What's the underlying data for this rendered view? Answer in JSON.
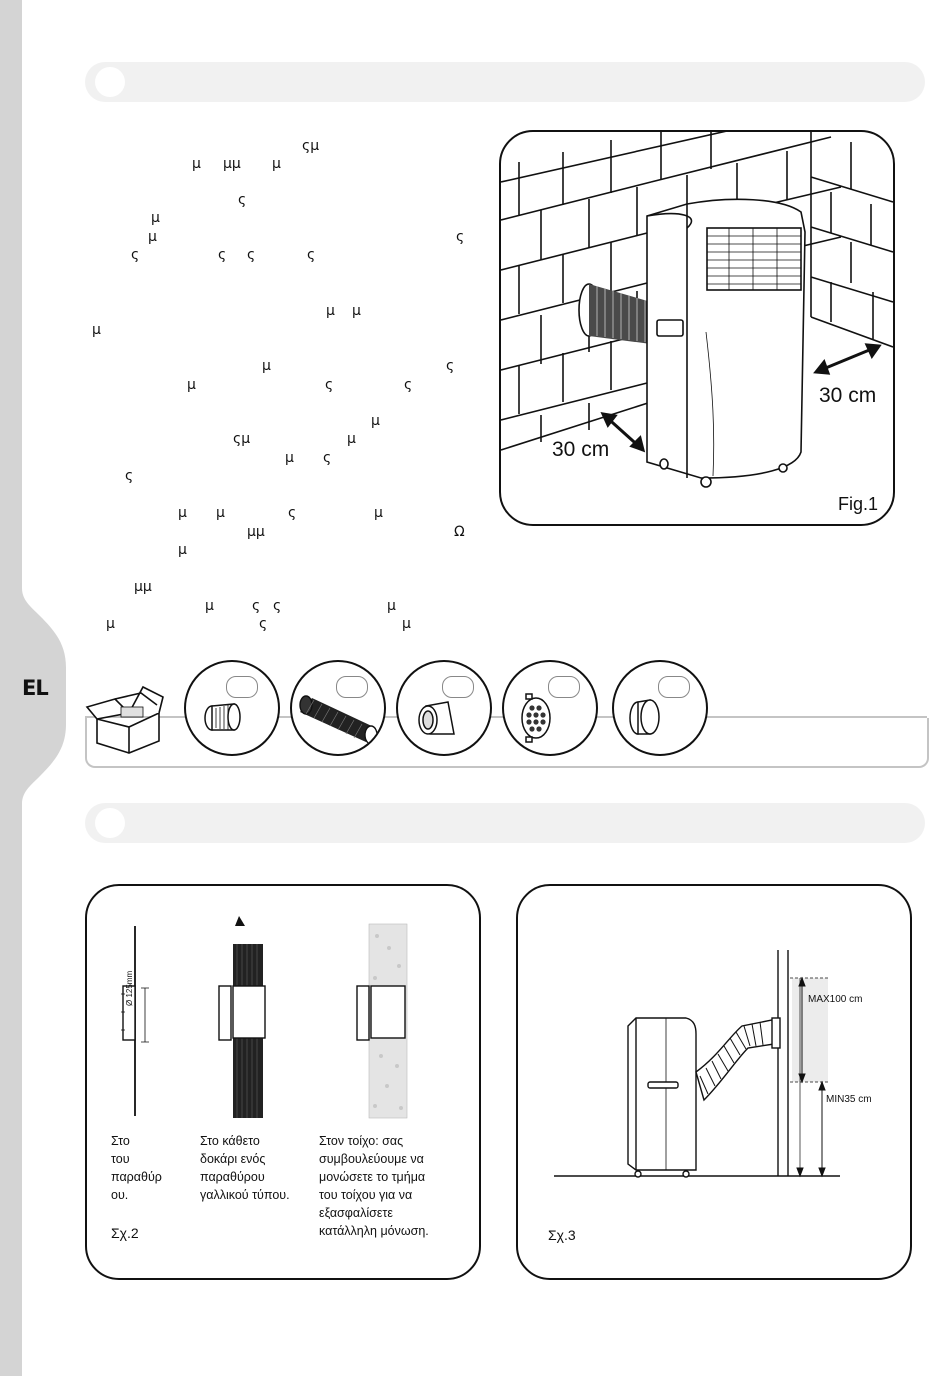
{
  "language_tab": "EL",
  "text_fragments": [
    {
      "id": "t1",
      "text": "ςμ"
    },
    {
      "id": "t2",
      "text": "μ"
    },
    {
      "id": "t3",
      "text": "μμ"
    },
    {
      "id": "t4",
      "text": "μ"
    },
    {
      "id": "t5",
      "text": "ς"
    },
    {
      "id": "t6",
      "text": "μ"
    },
    {
      "id": "t7",
      "text": "μ"
    },
    {
      "id": "t8",
      "text": "ς"
    },
    {
      "id": "t9",
      "text": "ς"
    },
    {
      "id": "t10",
      "text": "ς"
    },
    {
      "id": "t11",
      "text": "ς"
    },
    {
      "id": "t12",
      "text": "ς"
    },
    {
      "id": "t13",
      "text": "μ"
    },
    {
      "id": "t14",
      "text": "μ"
    },
    {
      "id": "t15",
      "text": "μ"
    },
    {
      "id": "t16",
      "text": "μ"
    },
    {
      "id": "t17",
      "text": "ς"
    },
    {
      "id": "t18",
      "text": "μ"
    },
    {
      "id": "t19",
      "text": "ς"
    },
    {
      "id": "t20",
      "text": "ς"
    },
    {
      "id": "t21",
      "text": "μ"
    },
    {
      "id": "t22",
      "text": "ςμ"
    },
    {
      "id": "t23",
      "text": "μ"
    },
    {
      "id": "t24",
      "text": "μ"
    },
    {
      "id": "t25",
      "text": "ς"
    },
    {
      "id": "t26",
      "text": "ς"
    },
    {
      "id": "t27",
      "text": "μ"
    },
    {
      "id": "t28",
      "text": "ς"
    },
    {
      "id": "t29",
      "text": "ς"
    },
    {
      "id": "t30",
      "text": "μ"
    },
    {
      "id": "t31",
      "text": "μμ"
    },
    {
      "id": "t32",
      "text": "μ"
    },
    {
      "id": "t33",
      "text": "μ"
    },
    {
      "id": "t34",
      "text": "Ω"
    },
    {
      "id": "t35",
      "text": "μμ"
    },
    {
      "id": "t36",
      "text": "μ"
    },
    {
      "id": "t37",
      "text": "ς"
    },
    {
      "id": "t38",
      "text": "ς"
    },
    {
      "id": "t39",
      "text": "μ"
    },
    {
      "id": "t40",
      "text": "μ"
    },
    {
      "id": "t41",
      "text": "ς"
    },
    {
      "id": "t42",
      "text": "μ"
    }
  ],
  "fig1": {
    "label": "Fig.1",
    "dim_right": "30 cm",
    "dim_left": "30 cm"
  },
  "fig2": {
    "label": "Σχ.2",
    "diameter_label": "Ø 125mm",
    "captions": [
      [
        "Στο",
        "του",
        "παραθύρ",
        "ου."
      ],
      [
        "Στο κάθετο",
        "δοκάρι ενός",
        "παραθύρου",
        "γαλλικού τύπου."
      ],
      [
        "Στον τοίχο: σας",
        "συμβουλεύουμε να",
        "μονώσετε το τμήμα",
        "του τοίχου για να",
        "εξασφαλίσετε",
        "κατάλληλη μόνωση."
      ]
    ]
  },
  "fig3": {
    "label": "Σχ.3",
    "max_label": "MAX100 cm",
    "min_label": "MIN35 cm"
  },
  "accessories": {
    "items": [
      {
        "icon": "box-icon"
      },
      {
        "icon": "adapter-ring-icon"
      },
      {
        "icon": "exhaust-hose-icon"
      },
      {
        "icon": "nozzle-icon"
      },
      {
        "icon": "grille-adapter-icon"
      },
      {
        "icon": "end-cap-icon"
      }
    ]
  }
}
